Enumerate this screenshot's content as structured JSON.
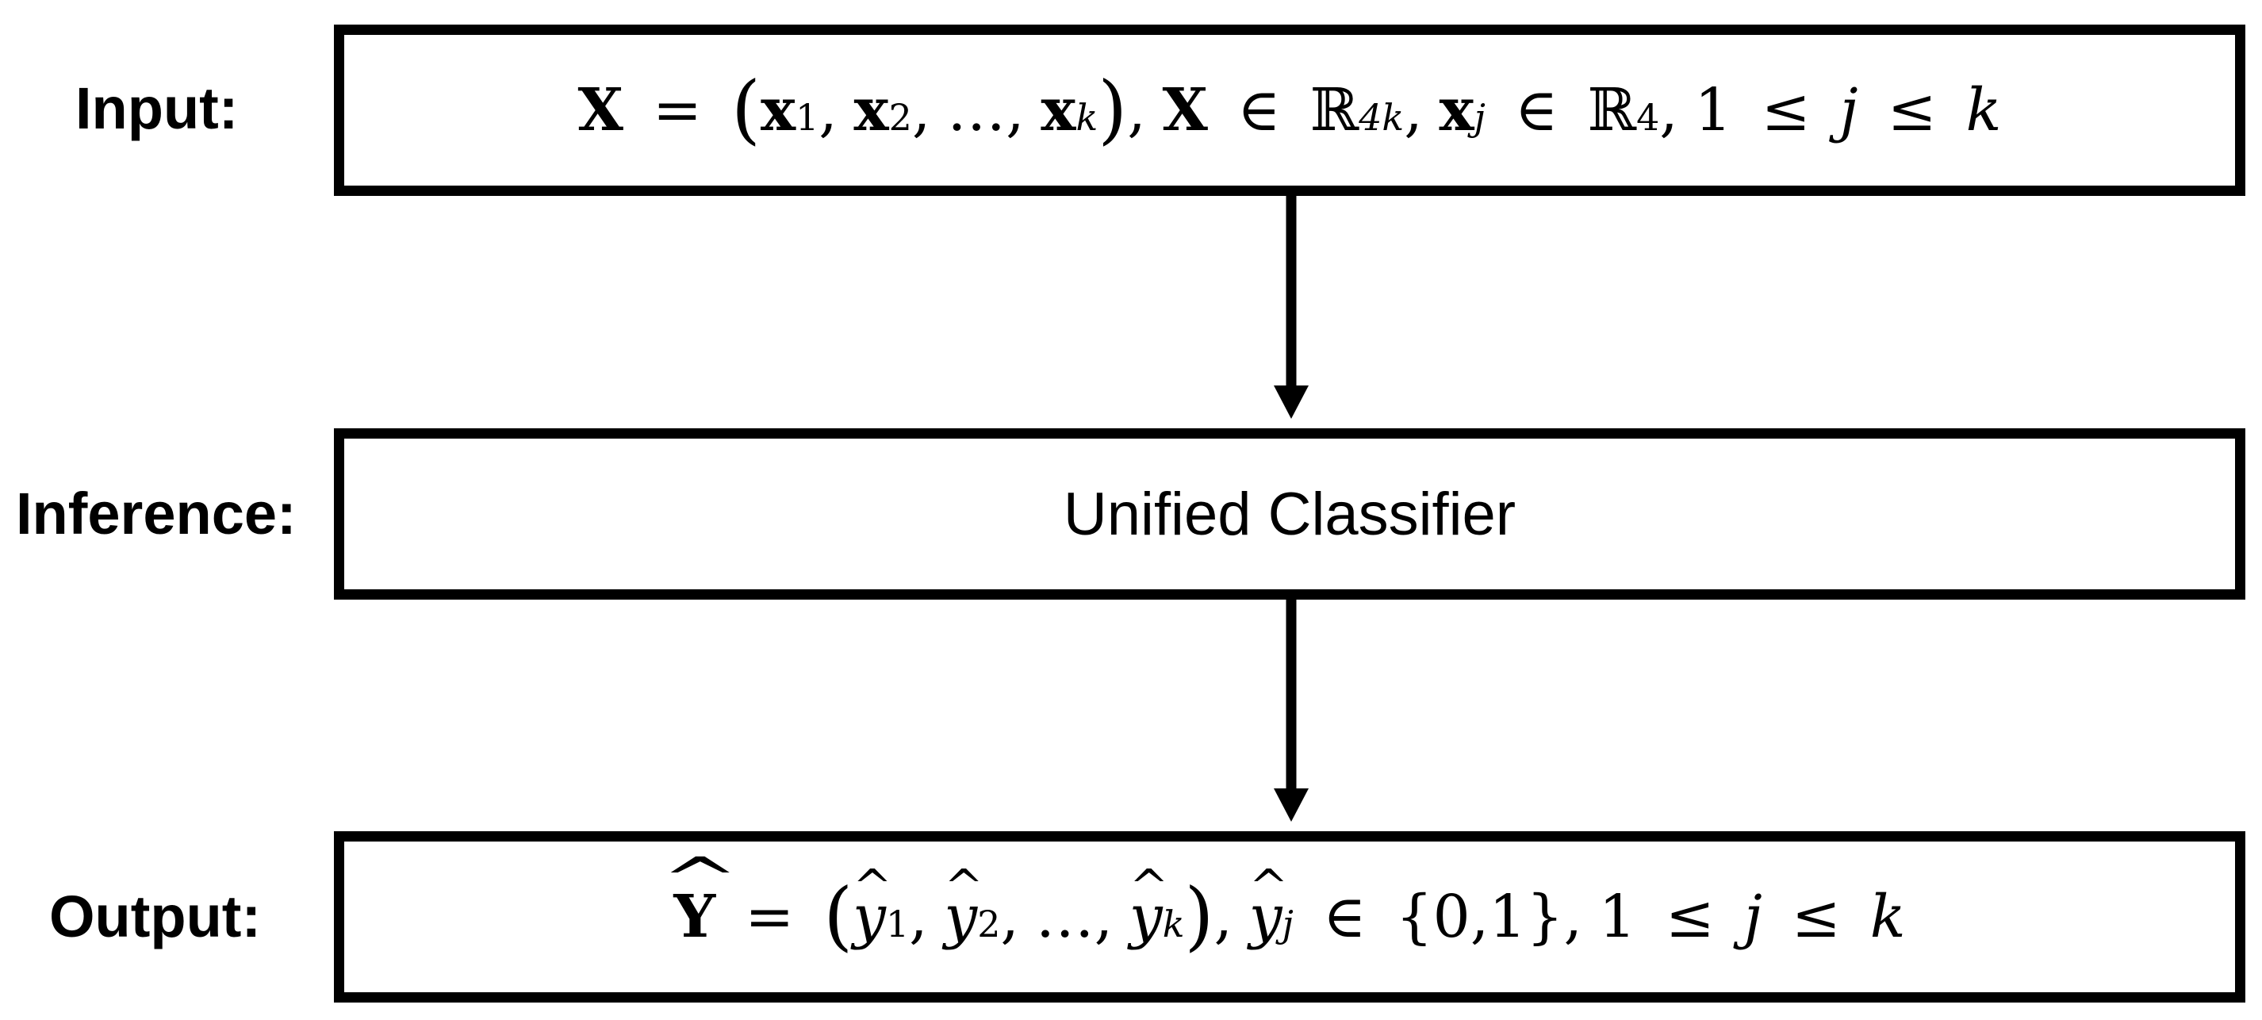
{
  "rows": {
    "input": {
      "label": "Input:",
      "formula": {
        "X": "X",
        "eq": "=",
        "lparen": "(",
        "x1": "x",
        "x1_sup": "1",
        "comma": ",",
        "x2": "x",
        "x2_sup": "2",
        "dots": "…",
        "xk": "x",
        "xk_sup": "k",
        "rparen": ")",
        "X2": "X",
        "in": "∈",
        "R": "ℝ",
        "R_sup": "4k",
        "xj": "x",
        "xj_sup": "j",
        "R2": "ℝ",
        "R2_sup": "4",
        "one": "1",
        "leq": "≤",
        "j": "j",
        "k": "k"
      }
    },
    "inference": {
      "label": "Inference:",
      "box_text": "Unified Classifier"
    },
    "output": {
      "label": "Output:",
      "formula": {
        "Y": "Y",
        "eq": "=",
        "lparen": "(",
        "y": "y",
        "sup1": "1",
        "sup2": "2",
        "supk": "k",
        "supj": "j",
        "comma": ",",
        "dots": "…",
        "rparen": ")",
        "in": "∈",
        "set": "{0,1}",
        "one": "1",
        "leq": "≤",
        "j": "j",
        "k": "k"
      }
    }
  }
}
